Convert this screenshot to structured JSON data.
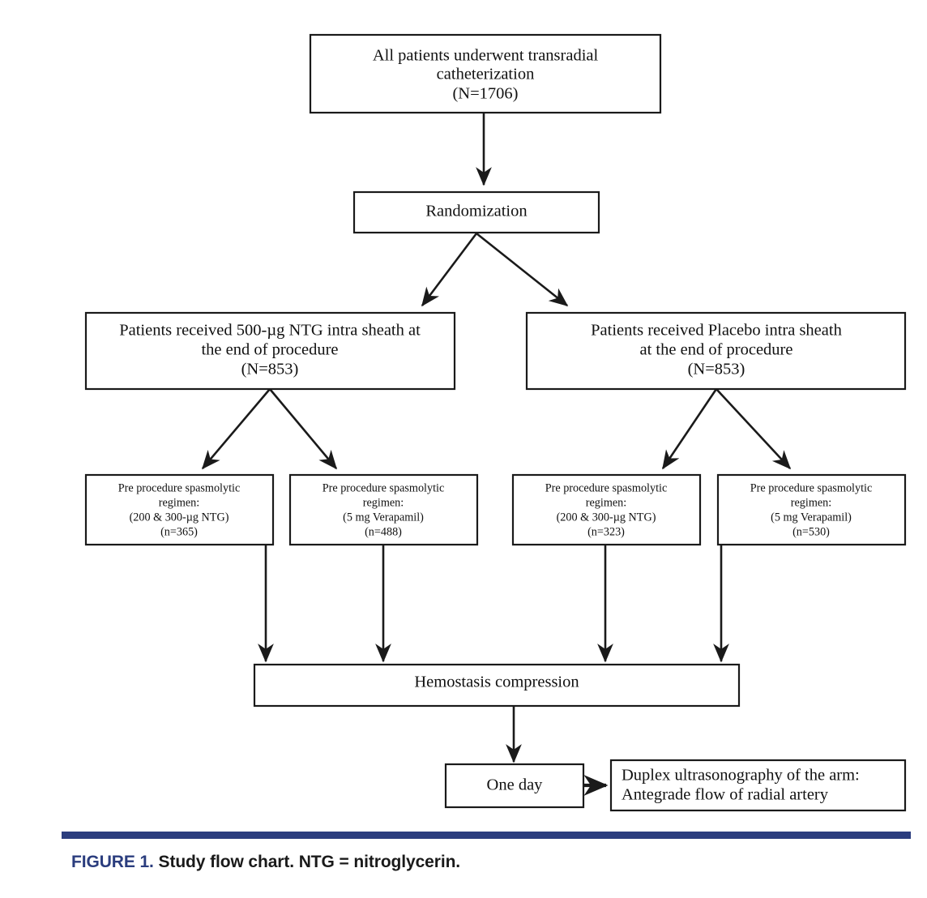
{
  "figure": {
    "caption_label": "FIGURE 1.",
    "caption_body": " Study flow chart. NTG = nitroglycerin.",
    "rule_color": "#2b3d7e"
  },
  "flow": {
    "enrollment": {
      "line1": "All patients underwent transradial",
      "line2": "catheterization",
      "line3": "(N=1706)"
    },
    "randomization": {
      "line1": "Randomization"
    },
    "arm_ntg": {
      "line1": "Patients received 500-µg NTG intra sheath at",
      "line2": "the end of procedure",
      "line3": "(N=853)"
    },
    "arm_placebo": {
      "line1": "Patients received Placebo intra sheath",
      "line2": "at the end of procedure",
      "line3": "(N=853)"
    },
    "regimen_ntg_a": {
      "line1": "Pre procedure spasmolytic",
      "line2": "regimen:",
      "line3": "(200 & 300-µg  NTG)",
      "line4": "(n=365)"
    },
    "regimen_verapamil_a": {
      "line1": "Pre procedure spasmolytic",
      "line2": "regimen:",
      "line3": "(5 mg  Verapamil)",
      "line4": "(n=488)"
    },
    "regimen_ntg_b": {
      "line1": "Pre procedure spasmolytic",
      "line2": "regimen:",
      "line3": "(200 & 300-µg  NTG)",
      "line4": "(n=323)"
    },
    "regimen_verapamil_b": {
      "line1": "Pre procedure spasmolytic",
      "line2": "regimen:",
      "line3": "(5 mg  Verapamil)",
      "line4": "(n=530)"
    },
    "hemostasis": {
      "line1": "Hemostasis compression"
    },
    "one_day": {
      "line1": "One day"
    },
    "duplex": {
      "line1": "Duplex ultrasonography of the arm:",
      "line2": "Antegrade flow of radial artery"
    }
  },
  "chart_data": {
    "type": "diagram",
    "title": "Study flow chart",
    "nodes": [
      {
        "id": "enrollment",
        "label": "All patients underwent transradial catheterization (N=1706)",
        "n": 1706
      },
      {
        "id": "randomization",
        "label": "Randomization"
      },
      {
        "id": "arm_ntg",
        "label": "Patients received 500-µg NTG intra sheath at the end of procedure (N=853)",
        "n": 853
      },
      {
        "id": "arm_placebo",
        "label": "Patients received Placebo intra sheath at the end of procedure (N=853)",
        "n": 853
      },
      {
        "id": "regimen_ntg_a",
        "label": "Pre procedure spasmolytic regimen: (200 & 300-µg NTG) (n=365)",
        "n": 365
      },
      {
        "id": "regimen_verapamil_a",
        "label": "Pre procedure spasmolytic regimen: (5 mg Verapamil) (n=488)",
        "n": 488
      },
      {
        "id": "regimen_ntg_b",
        "label": "Pre procedure spasmolytic regimen: (200 & 300-µg NTG) (n=323)",
        "n": 323
      },
      {
        "id": "regimen_verapamil_b",
        "label": "Pre procedure spasmolytic regimen: (5 mg Verapamil) (n=530)",
        "n": 530
      },
      {
        "id": "hemostasis",
        "label": "Hemostasis compression"
      },
      {
        "id": "one_day",
        "label": "One day"
      },
      {
        "id": "duplex",
        "label": "Duplex ultrasonography of the arm: Antegrade flow of radial artery"
      }
    ],
    "edges": [
      {
        "from": "enrollment",
        "to": "randomization"
      },
      {
        "from": "randomization",
        "to": "arm_ntg"
      },
      {
        "from": "randomization",
        "to": "arm_placebo"
      },
      {
        "from": "arm_ntg",
        "to": "regimen_ntg_a"
      },
      {
        "from": "arm_ntg",
        "to": "regimen_verapamil_a"
      },
      {
        "from": "arm_placebo",
        "to": "regimen_ntg_b"
      },
      {
        "from": "arm_placebo",
        "to": "regimen_verapamil_b"
      },
      {
        "from": "regimen_ntg_a",
        "to": "hemostasis"
      },
      {
        "from": "regimen_verapamil_a",
        "to": "hemostasis"
      },
      {
        "from": "regimen_ntg_b",
        "to": "hemostasis"
      },
      {
        "from": "regimen_verapamil_b",
        "to": "hemostasis"
      },
      {
        "from": "hemostasis",
        "to": "one_day"
      },
      {
        "from": "one_day",
        "to": "duplex"
      }
    ]
  }
}
